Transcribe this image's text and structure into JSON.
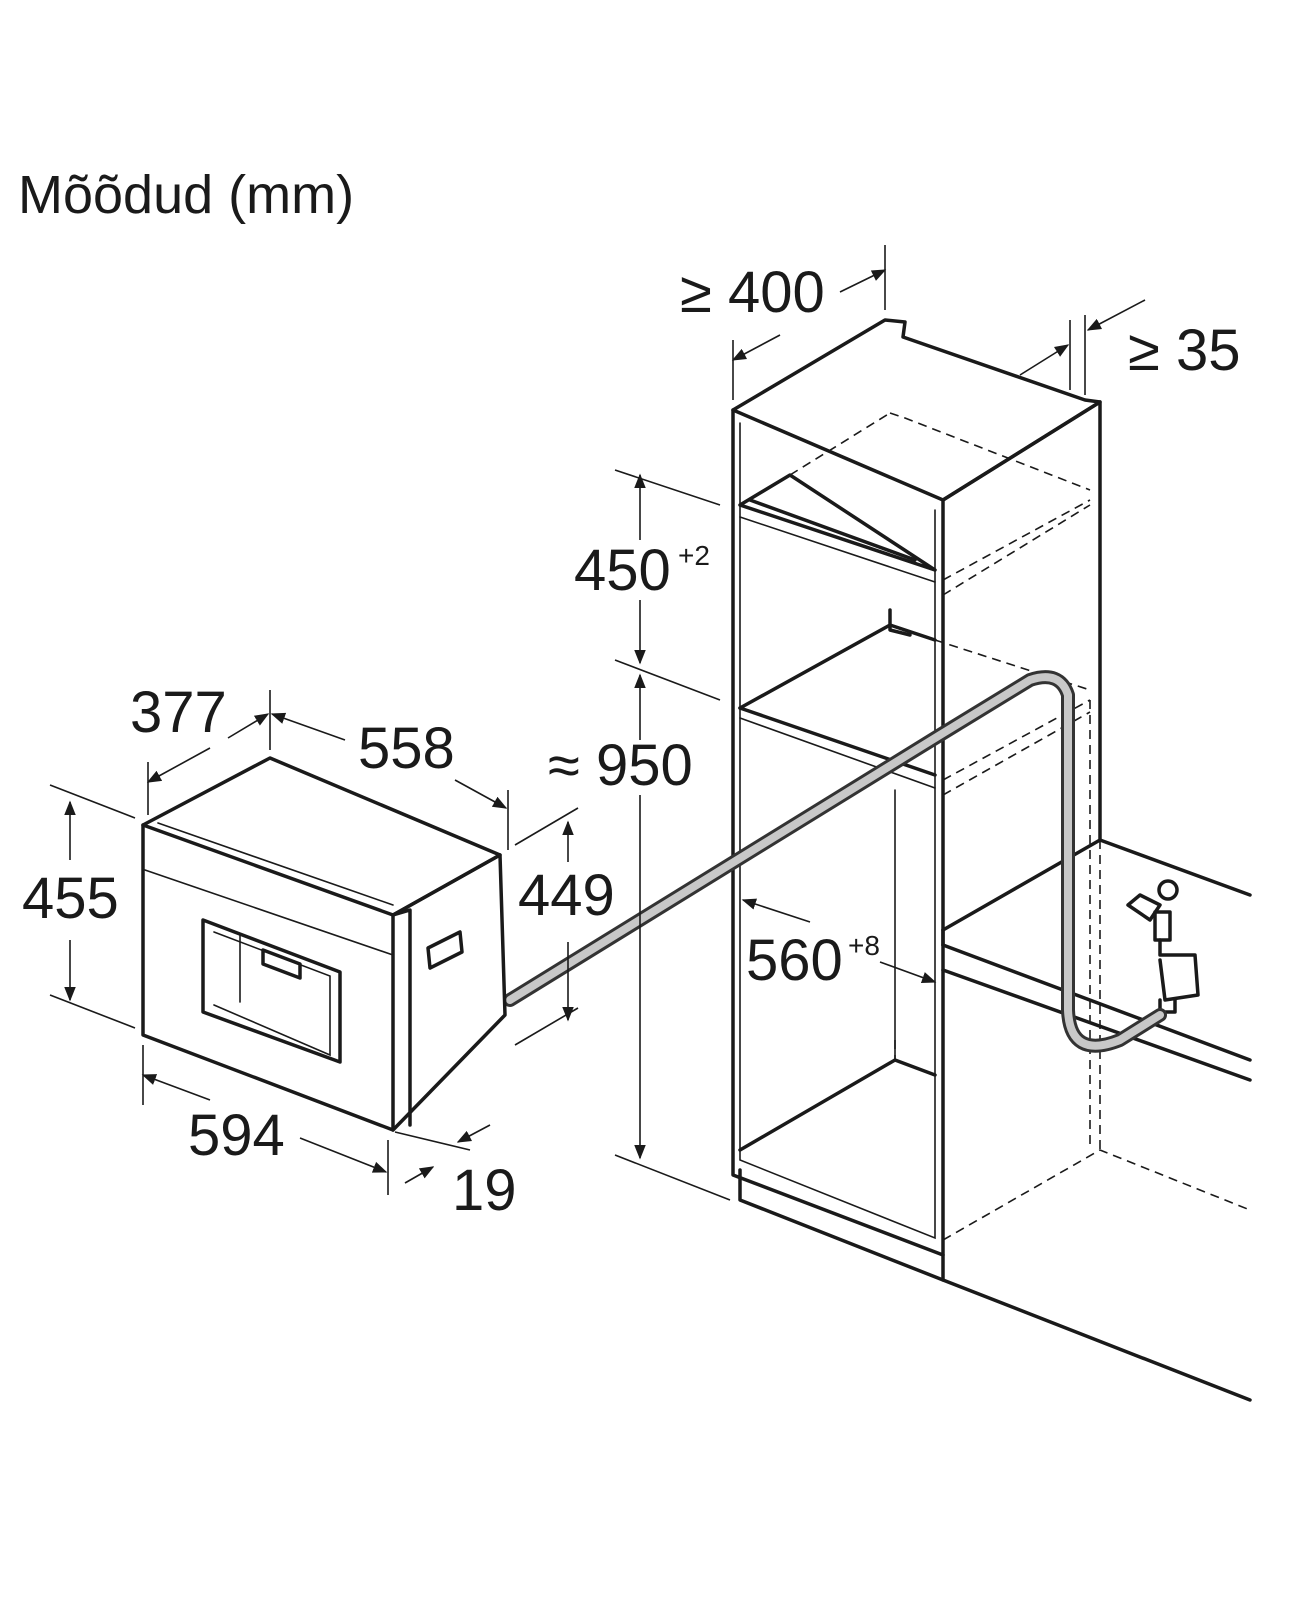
{
  "title": "Mõõdud (mm)",
  "dimensions": {
    "niche_width_min": "≥ 400",
    "rear_gap_min": "≥ 35",
    "niche_height": "450",
    "niche_height_tol": "+2",
    "floor_height": "≈ 950",
    "niche_depth": "560",
    "niche_depth_tol": "+8",
    "appliance_depth": "377",
    "appliance_full_depth": "558",
    "appliance_height": "455",
    "body_height": "449",
    "appliance_width": "594",
    "front_panel": "19"
  },
  "colors": {
    "line": "#1a1a1a",
    "hose": "#c8c8c8",
    "background": "#ffffff"
  }
}
